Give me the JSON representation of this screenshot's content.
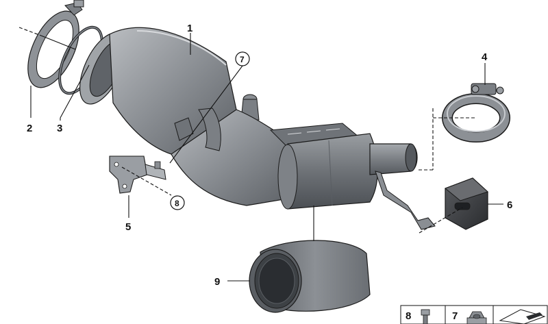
{
  "callouts": {
    "p1": "1",
    "p2": "2",
    "p3": "3",
    "p4": "4",
    "p5": "5",
    "p6": "6",
    "p7": "7",
    "p8": "8",
    "p9": "9"
  },
  "legend": {
    "item8": "8",
    "item7": "7"
  },
  "colors": {
    "metal_dark": "#6f7378",
    "metal_mid": "#9a9ea3",
    "metal_light": "#c9ccd0",
    "rubber": "#3d3f42",
    "outline": "#1a1a1a"
  }
}
